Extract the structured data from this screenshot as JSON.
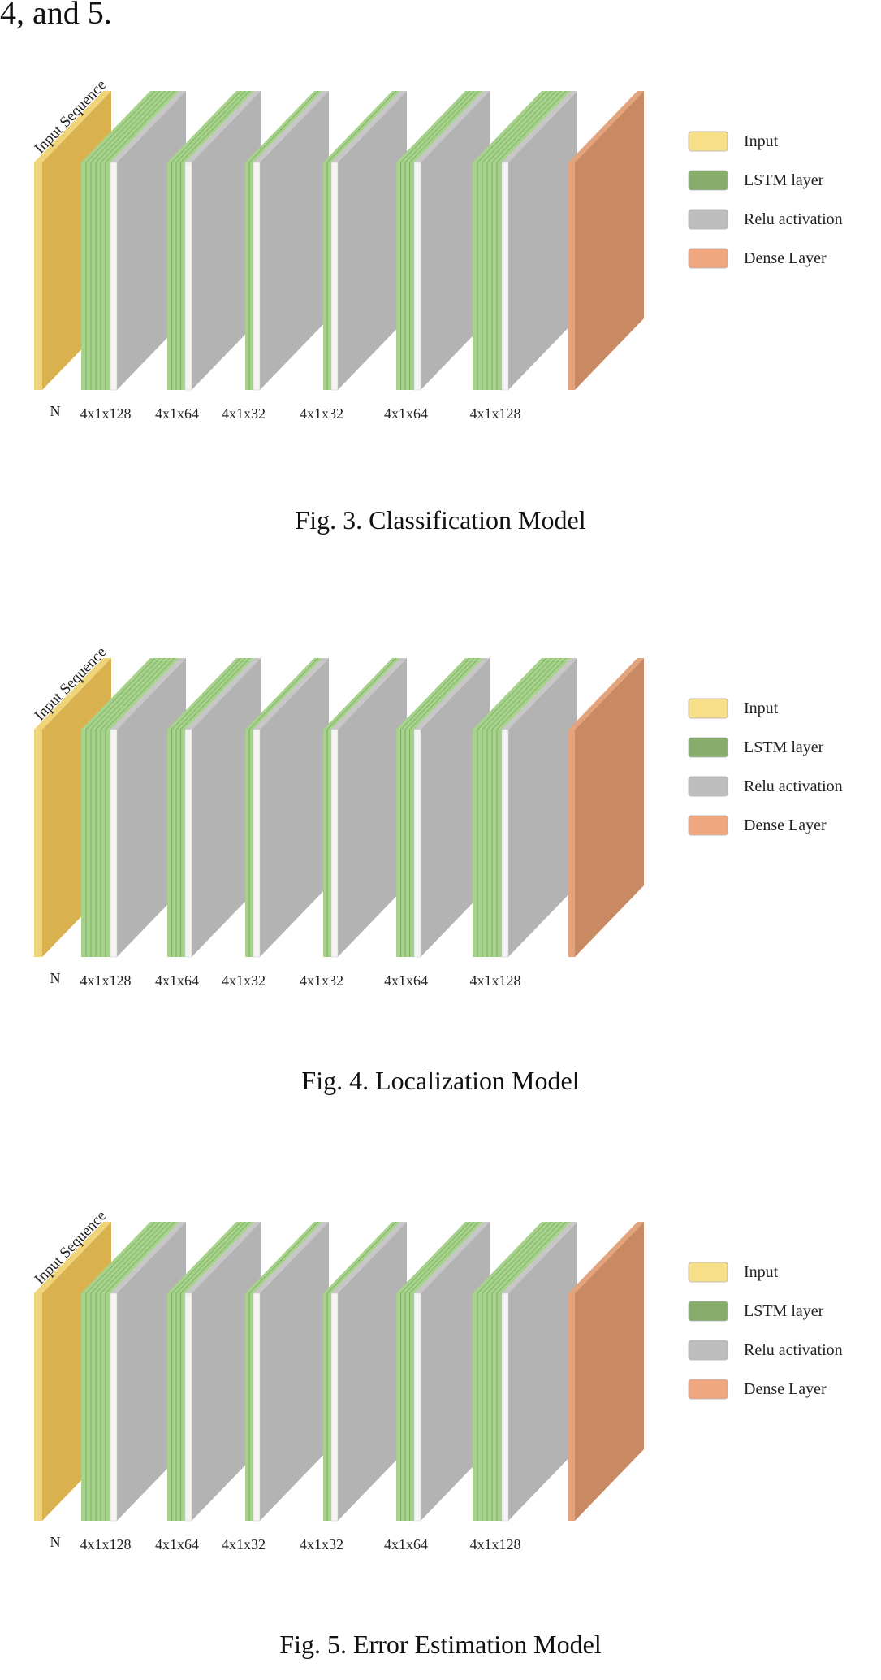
{
  "lead_text": "4, and 5.",
  "colors": {
    "input": "#d9b24f",
    "input_edge": "#efd47a",
    "lstm": "#a6d28c",
    "lstm_line": "#6fa651",
    "relu": "#b3b3b3",
    "relu_top": "#c7c7c7",
    "dense": "#c98a63",
    "dense_edge": "#e3a37c",
    "legend_input": "#f7df8a",
    "legend_lstm": "#86ad6c",
    "legend_relu": "#bdbdbd",
    "legend_dense": "#eea77f"
  },
  "figures": [
    {
      "caption": "Fig. 3.  Classification Model",
      "input_label": "Input Sequence",
      "n_label": "N",
      "layer_dims": [
        "4x1x128",
        "4x1x64",
        "4x1x32",
        "4x1x32",
        "4x1x64",
        "4x1x128"
      ],
      "legend": [
        {
          "label": "Input",
          "swatch": "legend_input",
          "icon": "input-swatch"
        },
        {
          "label": "LSTM layer",
          "swatch": "legend_lstm",
          "icon": "lstm-swatch"
        },
        {
          "label": "Relu activation",
          "swatch": "legend_relu",
          "icon": "relu-swatch"
        },
        {
          "label": "Dense Layer",
          "swatch": "legend_dense",
          "icon": "dense-swatch"
        }
      ]
    },
    {
      "caption": "Fig. 4.  Localization Model",
      "input_label": "Input Sequence",
      "n_label": "N",
      "layer_dims": [
        "4x1x128",
        "4x1x64",
        "4x1x32",
        "4x1x32",
        "4x1x64",
        "4x1x128"
      ],
      "legend": [
        {
          "label": "Input",
          "swatch": "legend_input",
          "icon": "input-swatch"
        },
        {
          "label": "LSTM layer",
          "swatch": "legend_lstm",
          "icon": "lstm-swatch"
        },
        {
          "label": "Relu activation",
          "swatch": "legend_relu",
          "icon": "relu-swatch"
        },
        {
          "label": "Dense Layer",
          "swatch": "legend_dense",
          "icon": "dense-swatch"
        }
      ]
    },
    {
      "caption": "Fig. 5.  Error Estimation Model",
      "input_label": "Input Sequence",
      "n_label": "N",
      "layer_dims": [
        "4x1x128",
        "4x1x64",
        "4x1x32",
        "4x1x32",
        "4x1x64",
        "4x1x128"
      ],
      "legend": [
        {
          "label": "Input",
          "swatch": "legend_input",
          "icon": "input-swatch"
        },
        {
          "label": "LSTM layer",
          "swatch": "legend_lstm",
          "icon": "lstm-swatch"
        },
        {
          "label": "Relu activation",
          "swatch": "legend_relu",
          "icon": "relu-swatch"
        },
        {
          "label": "Dense Layer",
          "swatch": "legend_dense",
          "icon": "dense-swatch"
        }
      ]
    }
  ]
}
